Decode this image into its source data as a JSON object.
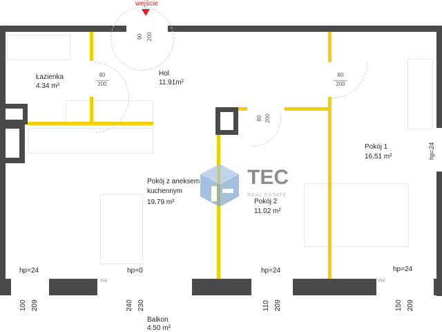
{
  "entrance": {
    "label": "wejście",
    "door_width": "90",
    "door_height": "200"
  },
  "rooms": [
    {
      "name": "Łazienka",
      "area": "4.34 m²"
    },
    {
      "name": "Hol",
      "area": "11.91m²"
    },
    {
      "name": "Pokój 1",
      "area": "16.51 m²"
    },
    {
      "name": "Pokój  z aneksem",
      "name2": "kuchennym",
      "area": "19.79 m²"
    },
    {
      "name": "Pokój 2",
      "area": "11.02 m²"
    },
    {
      "name": "Balkon",
      "area": "4.50 m²"
    }
  ],
  "doors": [
    {
      "w": "80",
      "h": "200"
    },
    {
      "w": "80",
      "h": "200"
    },
    {
      "w": "80",
      "h": "200"
    }
  ],
  "windows": [
    {
      "hp": "hp=24",
      "w": "100",
      "h": "209"
    },
    {
      "hp": "hp=0",
      "w": "240",
      "h": "230"
    },
    {
      "hp": "hp=24",
      "w": "110",
      "h": "209"
    },
    {
      "hp": "hp=24",
      "w": "150",
      "h": "209"
    }
  ],
  "side_window": {
    "hp": "hp=24"
  },
  "fix_label": "FIX",
  "logo": {
    "name": "TEC",
    "sub": "REAL ESTATE"
  },
  "colors": {
    "wall": "#4a4a4a",
    "partition": "#f0d000",
    "entrance": "#e02020"
  }
}
